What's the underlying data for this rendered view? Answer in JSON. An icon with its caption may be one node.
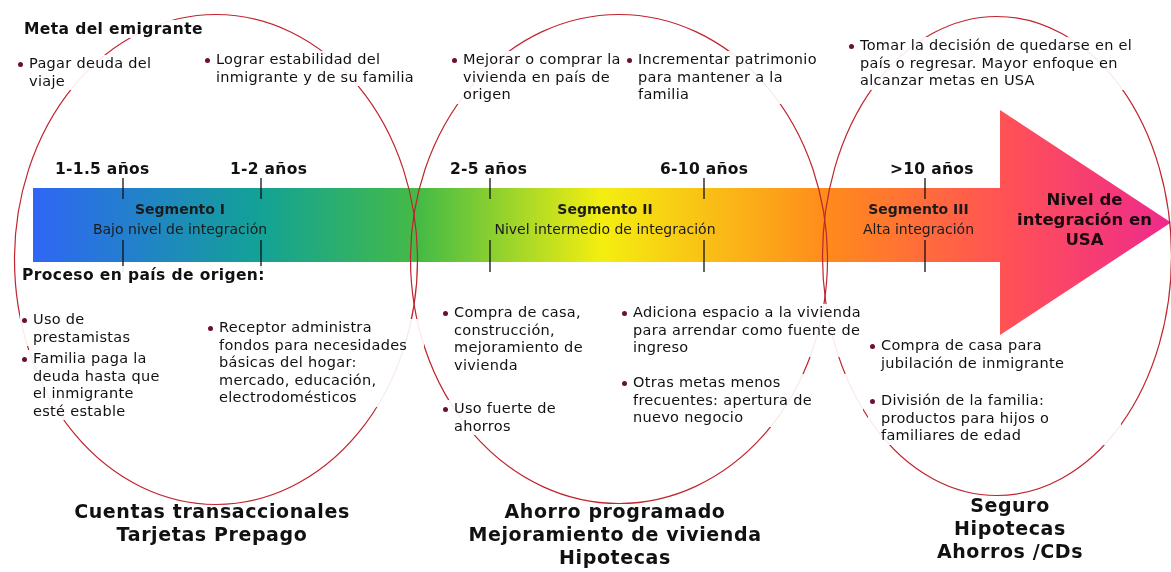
{
  "diagram": {
    "nodes": [
      {
        "text": [],
        "shape": "ellipse",
        "beside": [
          "Cuentas transaccionales",
          "Tarjetas Prepago"
        ]
      },
      {
        "text": [],
        "shape": "ellipse",
        "beside": [
          "Ahorro programado",
          "Mejoramiento de vivienda",
          "Hipotecas"
        ]
      },
      {
        "text": [],
        "shape": "ellipse",
        "beside": [
          "Seguro",
          "Hipotecas",
          "Ahorros /CDs"
        ]
      }
    ],
    "labels": [
      "Meta del emigrante",
      "Pagar deuda del viaje",
      "Lograr estabilidad del inmigrante y de su familia",
      "Mejorar o comprar la vivienda en país de origen",
      "Incrementar patrimonio para mantener a la familia",
      "Tomar la decisión de quedarse en el país o regresar. Mayor enfoque en alcanzar metas en USA",
      "1-1.5 años",
      "1-2 años",
      "2-5 años",
      "6-10 años",
      ">10 años",
      "Segmento I",
      "Bajo nivel de integración",
      "Segmento II",
      "Nivel intermedio de integración",
      "Segmento III",
      "Alta integración",
      "Nivel de integración en USA",
      "Proceso en país de origen:",
      "Uso de prestamistas",
      "Familia paga la deuda hasta que el inmigrante esté estable",
      "Receptor administra fondos para necesidades básicas del hogar: mercado, educación, electrodomésticos",
      "Compra de casa, construcción, mejoramiento de vivienda",
      "Uso fuerte de ahorros",
      "Adiciona espacio a la vivienda para arrendar como fuente de ingreso",
      "Otras metas menos frecuentes: apertura de nuevo negocio",
      "Compra de casa para jubilación de inmigrante",
      "División de la familia: productos para hijos o familiares de edad"
    ]
  }
}
